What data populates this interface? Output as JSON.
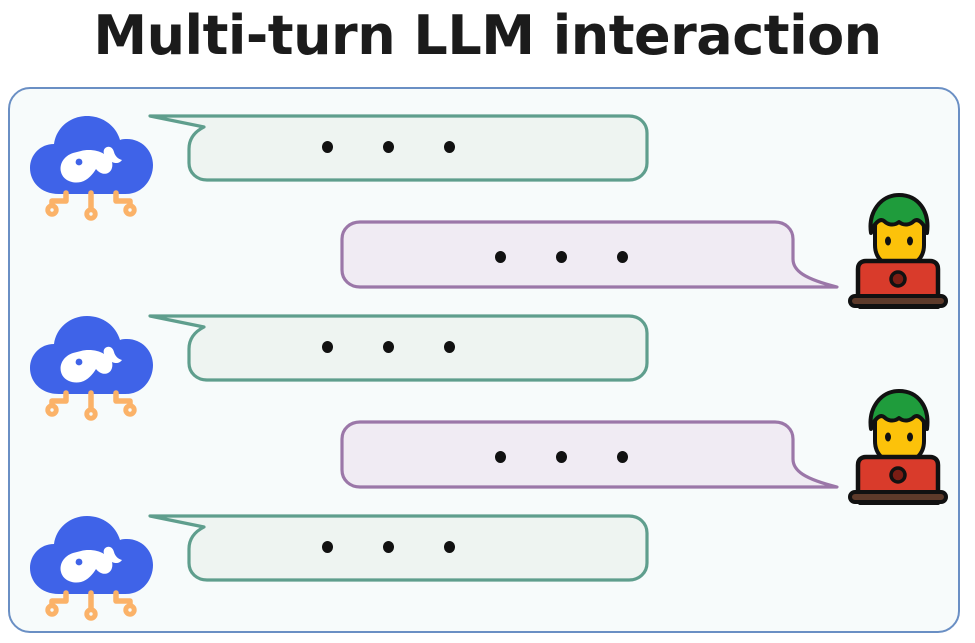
{
  "page": {
    "title": "Multi-turn LLM interaction",
    "background_color": "#ffffff"
  },
  "panel": {
    "name": "conversation-panel",
    "border_color": "#6a8fc4",
    "fill_color": "#f7fbfb"
  },
  "colors": {
    "assistant_bubble_border": "#5f9e8d",
    "assistant_bubble_fill": "#eef4f1",
    "user_bubble_border": "#9b77a8",
    "user_bubble_fill": "#f0ebf3",
    "cloud_blue": "#3f63e8",
    "circuit_orange": "#fbb268",
    "hair_green": "#1f9c3c",
    "face_yellow": "#fcc20a",
    "laptop_red": "#d93b2b",
    "dot_black": "#111111",
    "title_black": "#1b1b1b"
  },
  "conversation": {
    "turns": [
      {
        "speaker": "assistant",
        "icon": "cloud-ai-icon",
        "message": "ellipsis",
        "dots": 3
      },
      {
        "speaker": "user",
        "icon": "person-laptop-icon",
        "message": "ellipsis",
        "dots": 3
      },
      {
        "speaker": "assistant",
        "icon": "cloud-ai-icon",
        "message": "ellipsis",
        "dots": 3
      },
      {
        "speaker": "user",
        "icon": "person-laptop-icon",
        "message": "ellipsis",
        "dots": 3
      },
      {
        "speaker": "assistant",
        "icon": "cloud-ai-icon",
        "message": "ellipsis",
        "dots": 3
      }
    ]
  },
  "icons": {
    "assistant": "cloud-ai-icon",
    "user": "person-laptop-icon"
  }
}
